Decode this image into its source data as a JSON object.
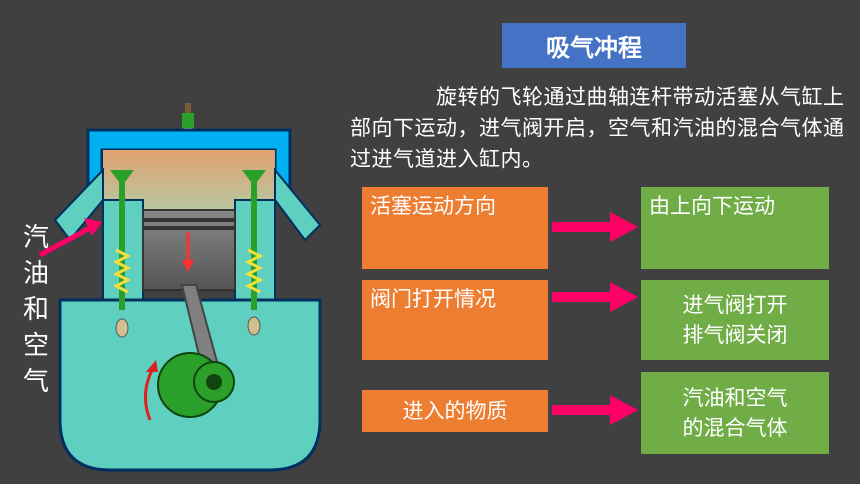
{
  "title": "吸气冲程",
  "description": "旋转的飞轮通过曲轴连杆带动活塞从气缸上部向下运动，进气阀开启，空气和汽油的混合气体通过进气道进入缸内。",
  "side_label": [
    "汽",
    "油",
    "和",
    "空",
    "气"
  ],
  "rows": [
    {
      "label": "活塞运动方向",
      "value": "由上向下运动"
    },
    {
      "label": "阀门打开情况",
      "value": "进气阀打开\n排气阀关闭"
    },
    {
      "label": "进入的物质",
      "value": "汽油和空气\n的混合气体"
    }
  ],
  "colors": {
    "background": "#404040",
    "title_bg": "#4472c4",
    "label_bg": "#ed7d31",
    "value_bg": "#70ad47",
    "arrow": "#ff0066",
    "cylinder": "#5fd0c0",
    "chamber": "#00b0f0"
  }
}
